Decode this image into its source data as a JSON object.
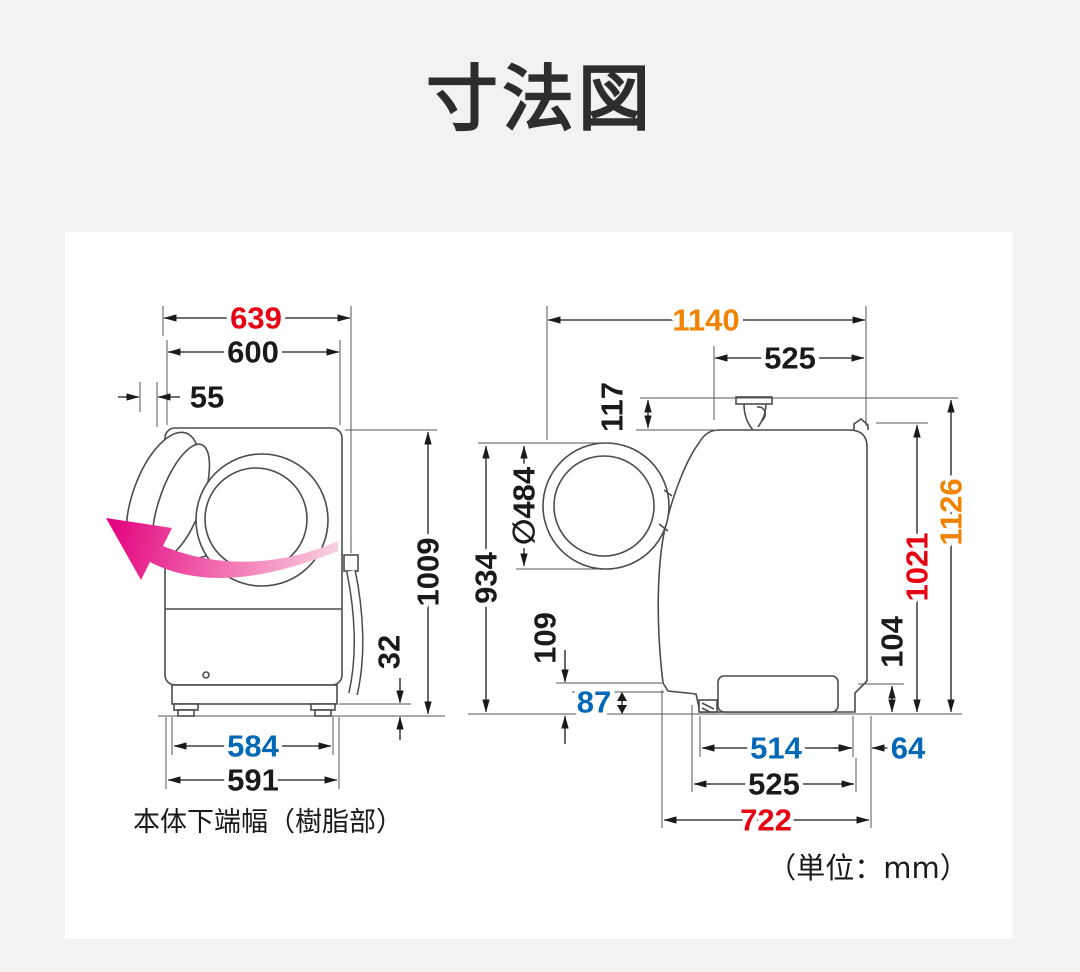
{
  "title": "寸法図",
  "unit_label": "（単位：mm）",
  "colors": {
    "accent_red": "#e60012",
    "accent_orange": "#f08300",
    "accent_blue": "#0068b7",
    "text_black": "#1a1a1a",
    "arrow_pink_light": "#f9d3e2",
    "arrow_pink_dark": "#e3007f",
    "page_background": "#f2f2f2",
    "panel_background": "#ffffff"
  },
  "front_view": {
    "caption": "本体下端幅（樹脂部）",
    "dims": {
      "overall_width": "639",
      "body_width": "600",
      "door_protrusion": "55",
      "body_height": "1009",
      "bottom_edge_height": "32",
      "bottom_width_resin": "584",
      "bottom_width": "591"
    }
  },
  "side_view": {
    "dims": {
      "overall_depth": "1140",
      "top_depth": "525",
      "faucet_height": "117",
      "door_diameter": "∅484",
      "front_height": "934",
      "front_bottom_clearance": "109",
      "base_front_height": "87",
      "overall_height": "1126",
      "back_height": "1021",
      "back_bottom_height": "104",
      "base_depth": "514",
      "base_back_offset": "64",
      "bottom_depth": "525",
      "base_overall_depth": "722"
    }
  }
}
